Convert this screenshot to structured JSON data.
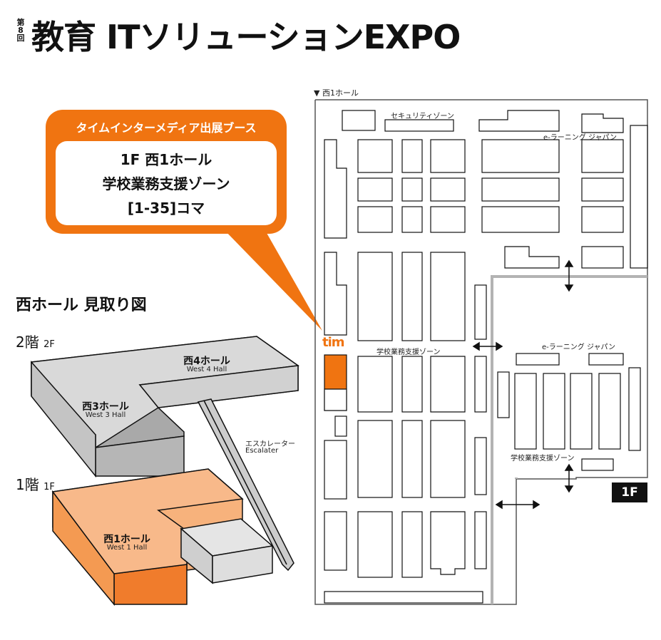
{
  "header": {
    "edition": "第8回",
    "title": "教育 ITソリューションEXPO"
  },
  "callout": {
    "heading": "タイムインターメディア出展ブース",
    "lines": [
      "1F 西1ホール",
      "学校業務支援ゾーン",
      "[1-35]コマ"
    ]
  },
  "overview": {
    "title": "西ホール 見取り図",
    "floor2": {
      "label": "2階",
      "sub": "2F"
    },
    "floor1": {
      "label": "1階",
      "sub": "1F"
    },
    "halls": [
      {
        "name": "西4ホール",
        "en": "West 4 Hall"
      },
      {
        "name": "西3ホール",
        "en": "West 3 Hall"
      },
      {
        "name": "西1ホール",
        "en": "West 1 Hall"
      }
    ],
    "escalator": {
      "ja": "エスカレーター",
      "en": "Escalater"
    }
  },
  "floormap": {
    "caption": "▼ 西1ホール",
    "zones": {
      "security": "セキュリティゾーン",
      "elearning_top": "e-ラーニング ジャパン",
      "school_mid": "学校業務支援ゾーン",
      "elearning_right": "e-ラーニング ジャパン",
      "school_right": "学校業務支援ゾーン"
    },
    "logo": "tim",
    "floor_badge": "1F"
  },
  "colors": {
    "accent": "#f07411",
    "hall_orange": "#f7a46a",
    "hall_gray": "#d9d9d9",
    "aisle": "#b3b3b3"
  }
}
